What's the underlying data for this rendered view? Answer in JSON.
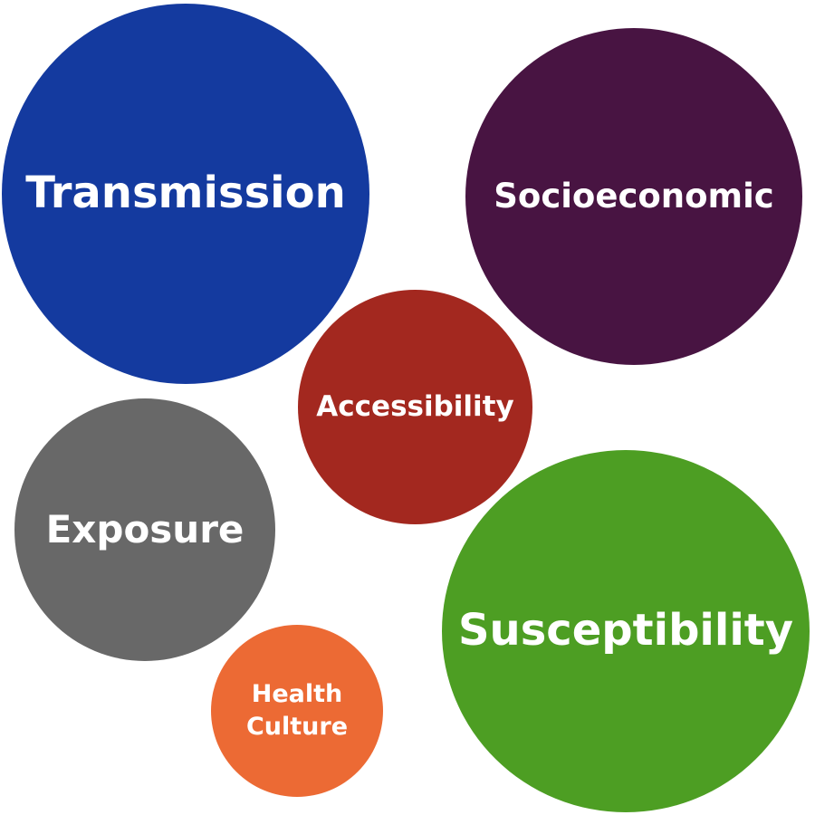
{
  "bubbles": [
    {
      "id": "transmission",
      "label": "Transmission",
      "color": "#143A9F"
    },
    {
      "id": "socioeconomic",
      "label": "Socioeconomic",
      "color": "#481442"
    },
    {
      "id": "accessibility",
      "label": "Accessibility",
      "color": "#A3281F"
    },
    {
      "id": "exposure",
      "label": "Exposure",
      "color": "#686868"
    },
    {
      "id": "susceptibility",
      "label": "Susceptibility",
      "color": "#4D9E23"
    },
    {
      "id": "health-culture",
      "label": "Health\nCulture",
      "color": "#EC6A34"
    }
  ]
}
